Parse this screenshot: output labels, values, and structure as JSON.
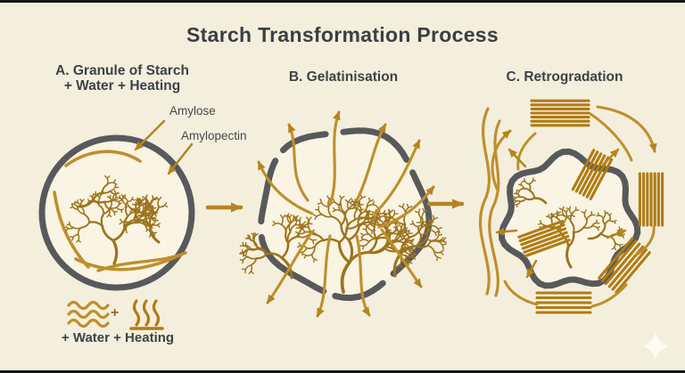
{
  "title": "Starch Transformation Process",
  "stages": [
    {
      "label": "A. Granule of Starch",
      "sublabel": "+ Water + Heating"
    },
    {
      "label": "B. Gelatinisation"
    },
    {
      "label": "C. Retrogradation"
    }
  ],
  "annotations": {
    "amylose": "Amylose",
    "amylopectin": "Amylopectin"
  },
  "legend": {
    "plus": "+",
    "caption": "+ Water + Heating"
  },
  "icons": [
    {
      "name": "water-waves-icon",
      "meaning": "Water"
    },
    {
      "name": "heating-icon",
      "meaning": "Heating"
    },
    {
      "name": "sparkle-icon",
      "meaning": "brand sparkle"
    }
  ],
  "colors": {
    "background": "#f4efdd",
    "ink": "#3e4247",
    "granule_wall": "#58595b",
    "granule_fill": "#f9f4e3",
    "amylose_gold": "#bf8f2c",
    "amylopectin_gold": "#9c731d",
    "crystallite_gold": "#b07c15",
    "arrow_gold": "#b5841f"
  }
}
